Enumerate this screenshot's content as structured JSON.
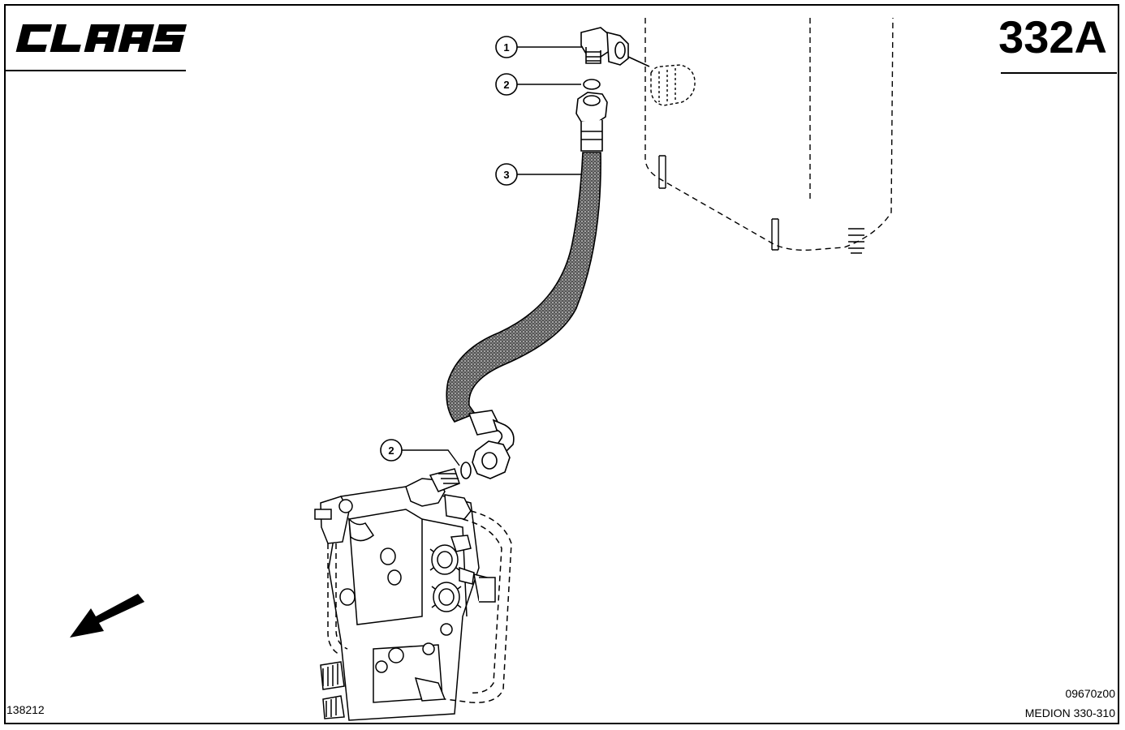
{
  "header": {
    "brand": "CLAAS",
    "page_number": "332A"
  },
  "callouts": [
    {
      "label": "1"
    },
    {
      "label": "2"
    },
    {
      "label": "3"
    },
    {
      "label": "2"
    }
  ],
  "footer": {
    "drawing_number": "138212",
    "figure_code": "09670z00",
    "model": "MEDION 330-310"
  },
  "icons": {
    "direction_arrow": "arrow-down-left-icon"
  }
}
